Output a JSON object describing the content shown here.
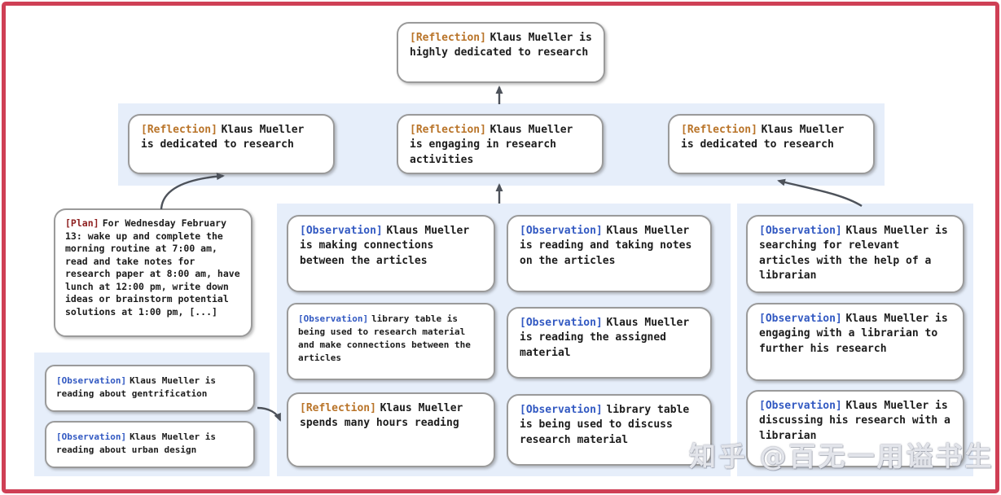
{
  "diagram": {
    "description": "Memory/reflection tree of agent Klaus Mueller",
    "colors": {
      "frame_border": "#cf3f55",
      "band_background": "#e6eefa",
      "node_border": "#9a9a9a",
      "node_text": "#1c1c1c",
      "reflection_tag": "#b97429",
      "plan_tag": "#8e1f1f",
      "observation_tag": "#3259c2",
      "arrow": "#4d525a"
    },
    "nodes": {
      "root": {
        "tag": "[Reflection]",
        "text": "Klaus Mueller is highly dedicated to research"
      },
      "ref_left": {
        "tag": "[Reflection]",
        "text": "Klaus Mueller is dedicated to research"
      },
      "ref_mid": {
        "tag": "[Reflection]",
        "text": "Klaus Mueller is engaging in research activities"
      },
      "ref_right": {
        "tag": "[Reflection]",
        "text": "Klaus Mueller is dedicated to research"
      },
      "plan": {
        "tag": "[Plan]",
        "text": "For Wednesday February 13: wake up and complete the morning routine at 7:00 am, read and take notes for research paper at 8:00 am, have lunch at 12:00 pm, write down ideas or brainstorm potential solutions at 1:00 pm, [...]"
      },
      "obs_gentrification": {
        "tag": "[Observation]",
        "text": "Klaus Mueller is reading about gentrification"
      },
      "obs_urban": {
        "tag": "[Observation]",
        "text": "Klaus Mueller is reading about urban design"
      },
      "obs_connections": {
        "tag": "[Observation]",
        "text": "Klaus Mueller is making connections between the articles"
      },
      "obs_library_research": {
        "tag": "[Observation]",
        "text": "library table is being used to research material and make connections between the articles"
      },
      "ref_hours": {
        "tag": "[Reflection]",
        "text": "Klaus Mueller spends many hours reading"
      },
      "obs_notes": {
        "tag": "[Observation]",
        "text": "Klaus Mueller is reading and taking notes on the articles"
      },
      "obs_assigned": {
        "tag": "[Observation]",
        "text": "Klaus Mueller is reading the assigned material"
      },
      "obs_library_discuss": {
        "tag": "[Observation]",
        "text": "library table is being used to discuss research material"
      },
      "obs_searching": {
        "tag": "[Observation]",
        "text": "Klaus Mueller is searching for relevant articles with the help of a librarian"
      },
      "obs_engaging": {
        "tag": "[Observation]",
        "text": "Klaus Mueller is engaging with a librarian to further his research"
      },
      "obs_discussing": {
        "tag": "[Observation]",
        "text": "Klaus Mueller is discussing his research with a librarian"
      }
    },
    "edges": [
      {
        "from": "ref_mid",
        "to": "root"
      },
      {
        "from": "plan",
        "to": "ref_left"
      },
      {
        "from": "middle_observation_group",
        "to": "ref_mid"
      },
      {
        "from": "right_observation_group",
        "to": "ref_right"
      },
      {
        "from": "left_observation_group",
        "to": "ref_hours"
      }
    ]
  },
  "watermark": {
    "text": "知乎 @百无一用谥书生"
  }
}
